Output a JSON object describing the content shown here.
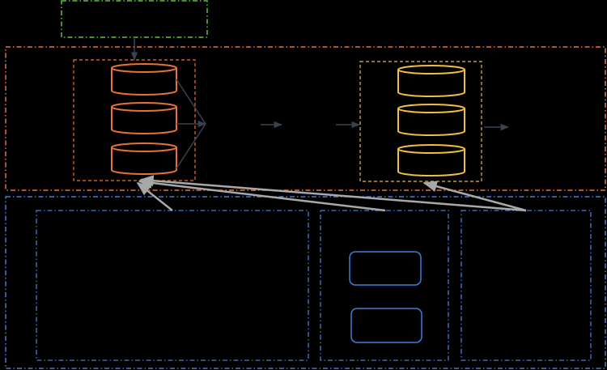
{
  "colors": {
    "background": "#000000",
    "input_box": "#5fbf3f",
    "pipeline_region": "#e8733a",
    "cluster_a": "#e8733a",
    "db_a": "#e8733a",
    "cluster_b": "#e8b84a",
    "db_b": "#f2c040",
    "flow_arrow": "#3a4250",
    "feedback_arrow": "#a8a8a8",
    "lower_region": "#3d7fd6",
    "rounded_boxes": "#3d7fd6"
  },
  "diagram": {
    "nodes": [
      {
        "id": "input-box",
        "shape": "rectangle",
        "style": "dash-dot"
      },
      {
        "id": "pipeline-region",
        "shape": "rectangle",
        "style": "dash-dot"
      },
      {
        "id": "db-cluster-a",
        "shape": "rectangle",
        "style": "dashed",
        "parent": "pipeline-region",
        "children": 3
      },
      {
        "id": "db-cluster-b",
        "shape": "rectangle",
        "style": "dashed",
        "parent": "pipeline-region",
        "children": 3
      },
      {
        "id": "lower-region",
        "shape": "rectangle",
        "style": "dash-dot"
      },
      {
        "id": "lower-panel-left",
        "shape": "rectangle",
        "style": "dash-dot",
        "parent": "lower-region"
      },
      {
        "id": "lower-panel-middle",
        "shape": "rectangle",
        "style": "dash-dot",
        "parent": "lower-region",
        "children": 2
      },
      {
        "id": "lower-panel-right",
        "shape": "rectangle",
        "style": "dash-dot",
        "parent": "lower-region"
      }
    ],
    "edges": [
      {
        "from": "input-box",
        "to": "db-cluster-a"
      },
      {
        "from": "db-cluster-a",
        "to": "db-cluster-b",
        "segments": 3
      },
      {
        "from": "db-cluster-b",
        "to": "pipeline-region-exit"
      },
      {
        "from": "lower-panel-left",
        "to": "db-cluster-a",
        "kind": "feedback"
      },
      {
        "from": "lower-panel-middle",
        "to": "db-cluster-a",
        "kind": "feedback"
      },
      {
        "from": "lower-panel-right",
        "to": "db-cluster-a",
        "kind": "feedback"
      },
      {
        "from": "lower-panel-right",
        "to": "db-cluster-b",
        "kind": "feedback"
      }
    ]
  }
}
